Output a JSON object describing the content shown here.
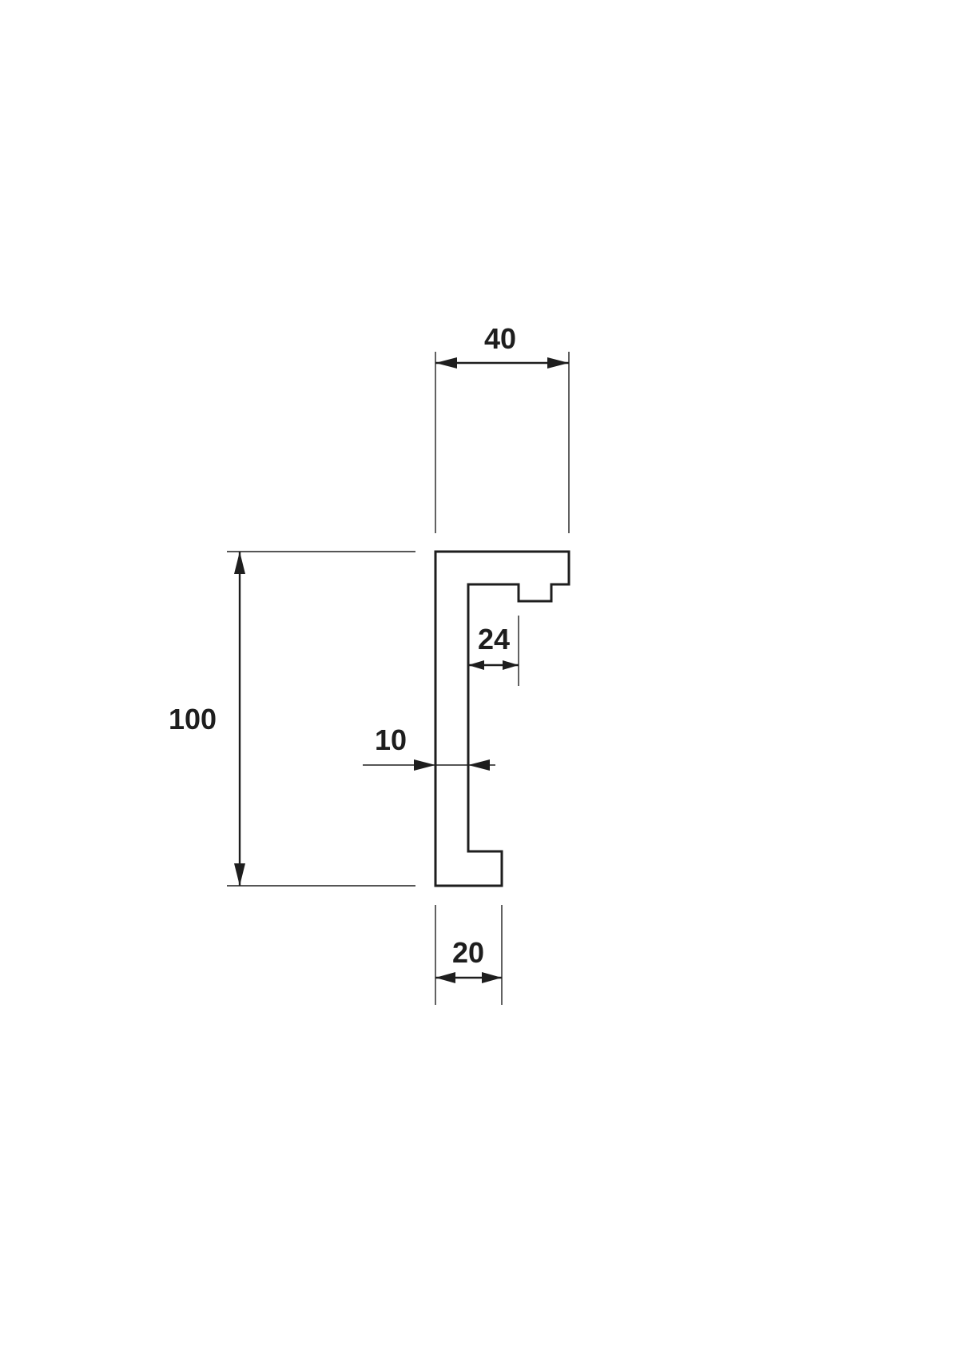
{
  "drawing": {
    "line_color": "#1e1e1e",
    "background": "#ffffff",
    "dimensions": {
      "overall_width": "40",
      "overall_height": "100",
      "web_thickness": "10",
      "inner_return": "24",
      "base_width": "20"
    }
  }
}
